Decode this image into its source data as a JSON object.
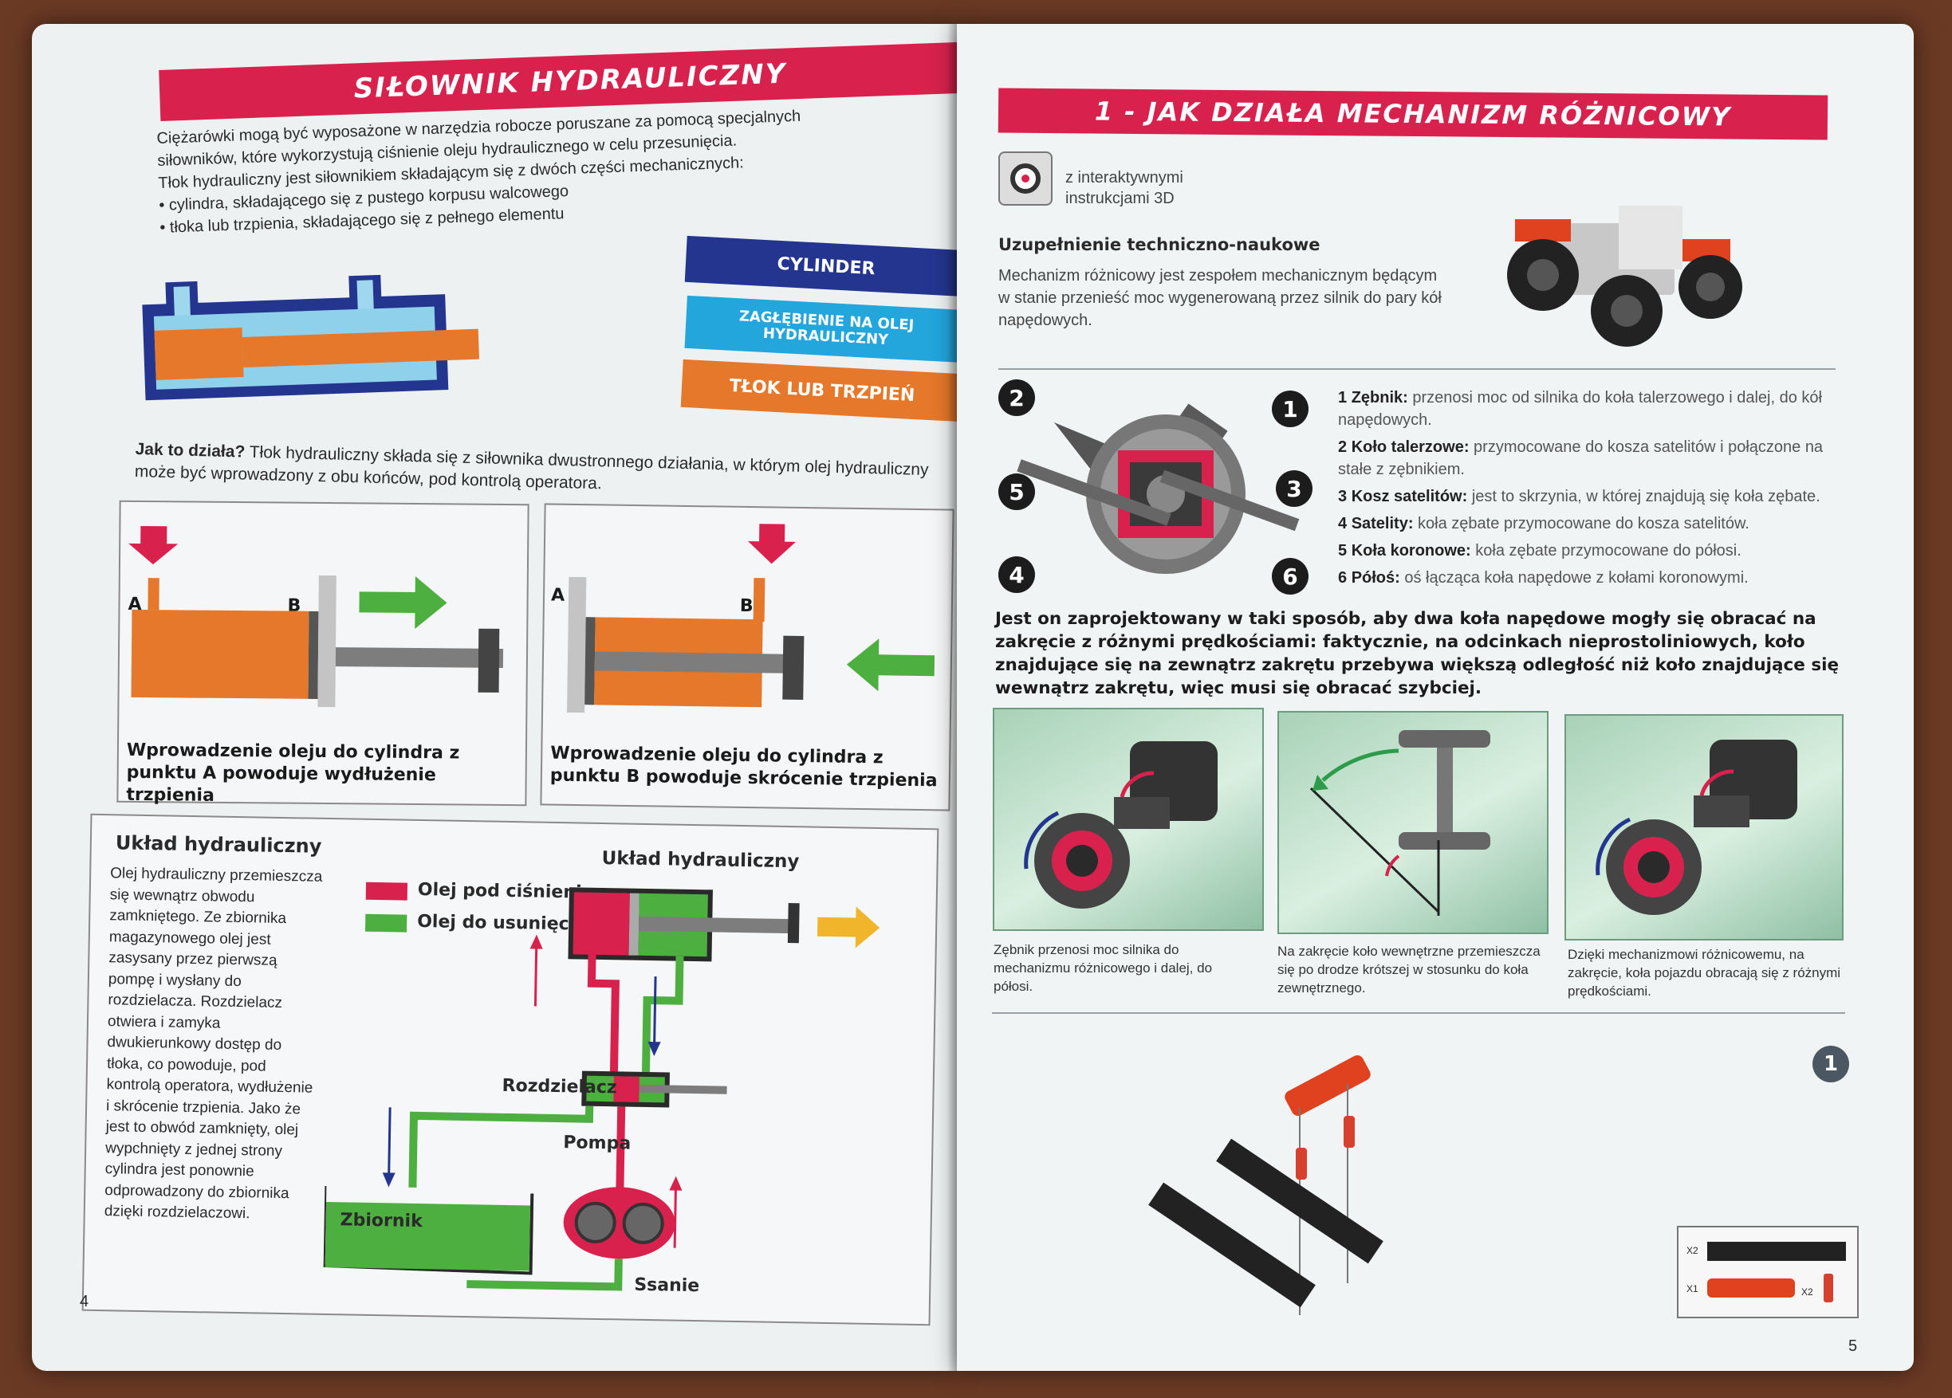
{
  "left": {
    "title": "SIŁOWNIK HYDRAULICZNY",
    "intro_lines": [
      "Ciężarówki mogą być wyposażone w narzędzia robocze poruszane za pomocą specjalnych",
      "siłowników, które wykorzystują ciśnienie oleju hydraulicznego w celu przesunięcia.",
      "Tłok hydrauliczny jest siłownikiem składającym się z dwóch części mechanicznych:",
      "• cylindra, składającego się z pustego korpusu walcowego",
      "• tłoka lub trzpienia, składającego się z pełnego elementu"
    ],
    "legend": {
      "cylinder": "CYLINDER",
      "recess": "ZAGŁĘBIENIE NA OLEJ HYDRAULICZNY",
      "piston": "TŁOK LUB TRZPIEŃ"
    },
    "how_label": "Jak to działa?",
    "how_text": " Tłok hydrauliczny składa się z siłownika dwustronnego działania, w którym olej hydrauliczny może być wprowadzony z obu końców, pod kontrolą operatora.",
    "diagram_a": {
      "label_a": "A",
      "label_b": "B",
      "caption": "Wprowadzenie oleju do cylindra z punktu A powoduje wydłużenie trzpienia"
    },
    "diagram_b": {
      "label_a": "A",
      "label_b": "B",
      "caption": "Wprowadzenie oleju do cylindra z punktu B powoduje skrócenie trzpienia"
    },
    "system": {
      "heading": "Układ hydrauliczny",
      "body": "Olej hydrauliczny przemieszcza się wewnątrz obwodu zamkniętego. Ze zbiornika magazynowego olej jest zasysany przez pierwszą pompę i wysłany do rozdzielacza. Rozdzielacz otwiera i zamyka dwukierunkowy dostęp do tłoka, co powoduje, pod kontrolą operatora, wydłużenie i skrócenie trzpienia. Jako że jest to obwód zamknięty, olej wypchnięty z jednej strony cylindra jest ponownie odprowadzony do zbiornika dzięki rozdzielaczowi.",
      "diagram_title": "Układ hydrauliczny",
      "legend_pressure": "Olej pod ciśnieniem",
      "legend_remove": "Olej do usunięcia",
      "label_distributor": "Rozdzielacz",
      "label_pump": "Pompa",
      "label_tank": "Zbiornik",
      "label_suction": "Ssanie"
    },
    "page_number": "4"
  },
  "right": {
    "title": "1 - JAK DZIAŁA MECHANIZM RÓŻNICOWY",
    "interactive": "z interaktywnymi instrukcjami 3D",
    "tech_heading": "Uzupełnienie techniczno-naukowe",
    "tech_text": "Mechanizm różnicowy jest zespołem mechanicznym będącym w stanie przenieść moc wygenerowaną przez silnik do pary kół napędowych.",
    "parts": [
      {
        "n": "1",
        "name": "Zębnik:",
        "desc": " przenosi moc od silnika do koła talerzowego i dalej, do kół napędowych."
      },
      {
        "n": "2",
        "name": "Koło talerzowe:",
        "desc": " przymocowane do kosza satelitów i połączone na stałe z zębnikiem."
      },
      {
        "n": "3",
        "name": "Kosz satelitów:",
        "desc": " jest to skrzynia, w której znajdują się koła zębate."
      },
      {
        "n": "4",
        "name": "Satelity:",
        "desc": " koła zębate przymocowane do kosza satelitów."
      },
      {
        "n": "5",
        "name": "Koła koronowe:",
        "desc": " koła zębate przymocowane do półosi."
      },
      {
        "n": "6",
        "name": "Półoś:",
        "desc": " oś łącząca koła napędowe z kołami koronowymi."
      }
    ],
    "bold_paragraph": "Jest on zaprojektowany w taki sposób, aby dwa koła napędowe mogły się obracać na zakręcie z różnymi prędkościami: faktycznie, na odcinkach nieprostoliniowych, koło znajdujące się na zewnątrz zakrętu przebywa większą odległość niż koło znajdujące się wewnątrz zakrętu, więc musi się obracać szybciej.",
    "photo_captions": [
      "Zębnik przenosi moc silnika do mechanizmu różnicowego i dalej, do półosi.",
      "Na zakręcie koło wewnętrzne przemieszcza się po drodze krótszej w stosunku do koła zewnętrznego.",
      "Dzięki mechanizmowi różnicowemu, na zakręcie, koła pojazdu obracają się z różnymi prędkościami."
    ],
    "step_number": "1",
    "parts_box": {
      "q1": "X2",
      "q2": "X1",
      "q3": "X2"
    },
    "page_number": "5"
  },
  "colors": {
    "banner": "#d8224d",
    "cylinder": "#23358f",
    "recess": "#22a6dc",
    "piston": "#e5782a",
    "pressure": "#d8224d",
    "remove": "#4caf3f"
  }
}
